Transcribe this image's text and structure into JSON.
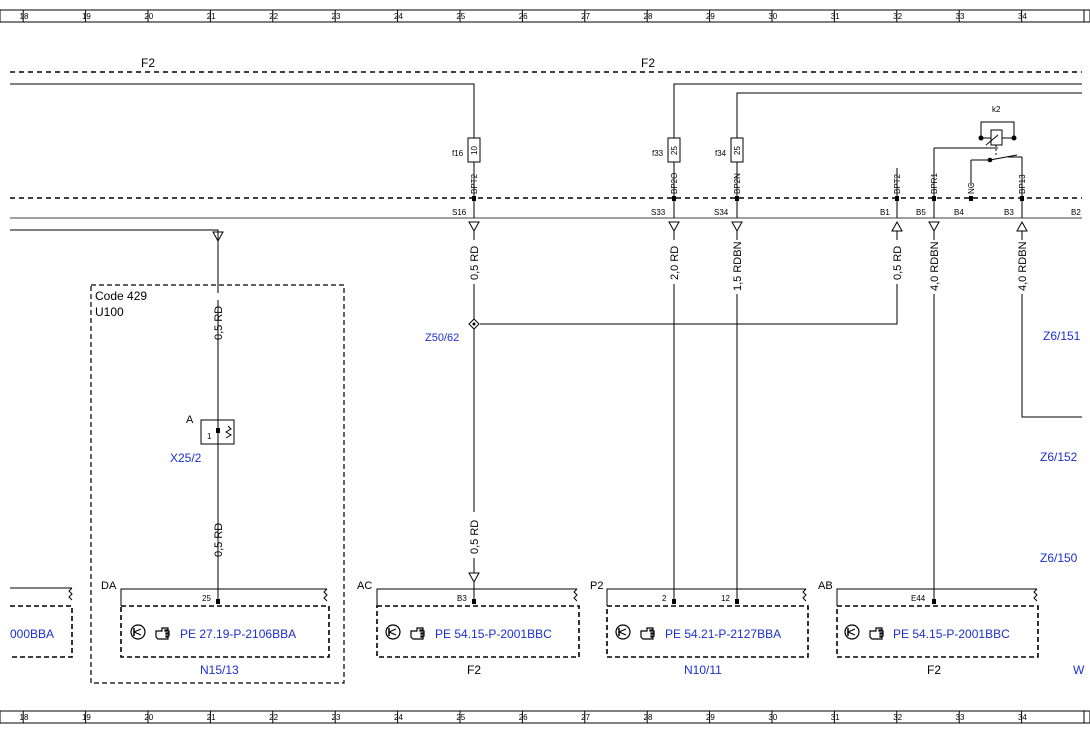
{
  "ruler": {
    "top": [
      "18",
      "19",
      "20",
      "21",
      "22",
      "23",
      "24",
      "25",
      "26",
      "27",
      "28",
      "29",
      "30",
      "31",
      "32",
      "33",
      "34"
    ],
    "bottom": [
      "18",
      "19",
      "20",
      "21",
      "22",
      "23",
      "24",
      "25",
      "26",
      "27",
      "28",
      "29",
      "30",
      "31",
      "32",
      "33",
      "34"
    ]
  },
  "bus_labels": {
    "left": "F2",
    "right": "F2"
  },
  "fuses": {
    "f16": {
      "name": "f16",
      "rating": "10",
      "pin": "BPT2",
      "node": "S16"
    },
    "f33": {
      "name": "f33",
      "rating": "25",
      "pin": "BP2O",
      "node": "S33"
    },
    "f34": {
      "name": "f34",
      "rating": "25",
      "pin": "BP2N",
      "node": "S34"
    }
  },
  "relay": {
    "name": "k2"
  },
  "relay_pins": {
    "bpt2": "BPT2",
    "bpr1": "BPR1",
    "nc": "NC",
    "bp13": "BP13",
    "b1": "B1",
    "b5": "B5",
    "b4": "B4",
    "b3": "B3",
    "b2": "B2"
  },
  "wires": {
    "w1": "0,5 RD",
    "w2": "0,5 RD",
    "w3": "0,5 RD",
    "w4": "2,0 RD",
    "w5": "1,5 RDBN",
    "w6": "0,5 RD",
    "w7": "4,0 RDBN",
    "w8": "4,0 RDBN",
    "w9": "0,5 RD"
  },
  "option_box": {
    "code": "Code 429",
    "unit": "U100"
  },
  "connector": {
    "pin_label": "A",
    "pin_number": "1",
    "name": "X25/2"
  },
  "splice": {
    "name": "Z50/62"
  },
  "right_refs": {
    "r1": "Z6/151",
    "r2": "Z6/152",
    "r3": "Z6/150",
    "r4": "W"
  },
  "modules": [
    {
      "label": "",
      "pin": "",
      "ref": "000BBA",
      "name": ""
    },
    {
      "label": "DA",
      "pin": "25",
      "ref": "PE 27.19-P-2106BBA",
      "name": "N15/13"
    },
    {
      "label": "AC",
      "pin": "B3",
      "ref": "PE 54.15-P-2001BBC",
      "name": "F2"
    },
    {
      "label": "P2",
      "pin": "2",
      "pin2": "12",
      "ref": "PE 54.21-P-2127BBA",
      "name": "N10/11"
    },
    {
      "label": "AB",
      "pin": "E44",
      "ref": "PE 54.15-P-2001BBC",
      "name": "F2"
    }
  ],
  "colors": {
    "link": "#1a2fd0",
    "line": "#000000"
  },
  "icons": [
    "ground-symbol-icon",
    "pointing-hand-icon"
  ]
}
